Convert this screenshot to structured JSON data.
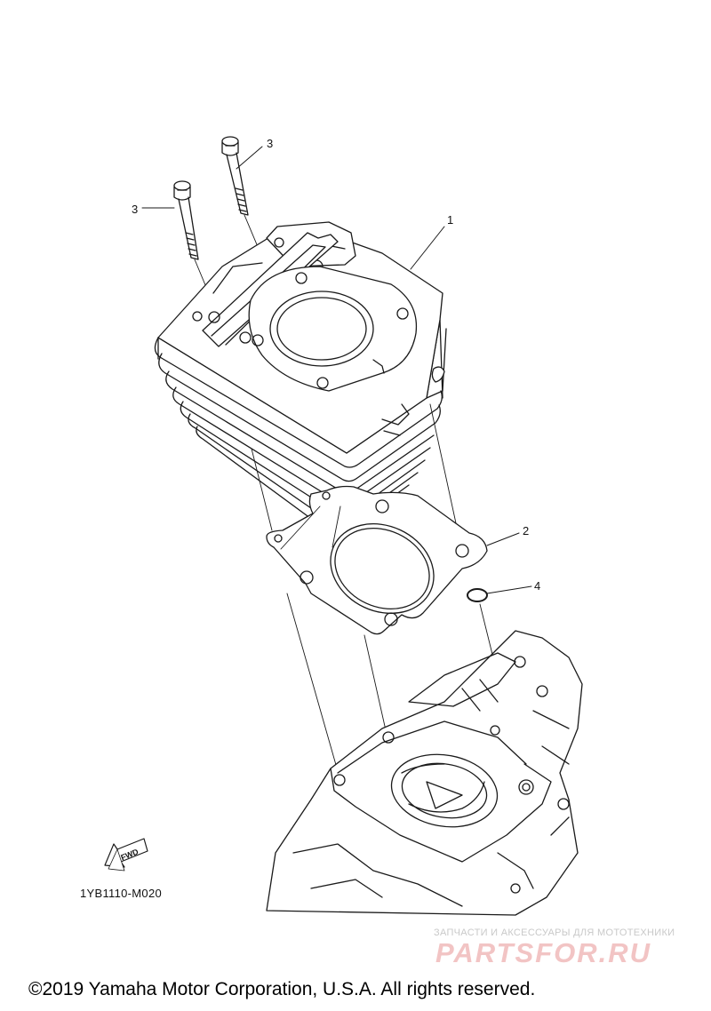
{
  "diagram": {
    "callouts": {
      "bolt_left": "3",
      "bolt_right": "3",
      "cylinder": "1",
      "gasket": "2",
      "oring": "4"
    },
    "fwd_label": "FWD",
    "reference_code": "1YB1110-M020"
  },
  "watermark": {
    "tagline": "ЗАПЧАСТИ И АКСЕССУАРЫ ДЛЯ МОТОТЕХНИКИ",
    "logo": "PARTSFOR.RU"
  },
  "footer": {
    "copyright": "©2019 Yamaha Motor Corporation, U.S.A. All rights reserved."
  }
}
